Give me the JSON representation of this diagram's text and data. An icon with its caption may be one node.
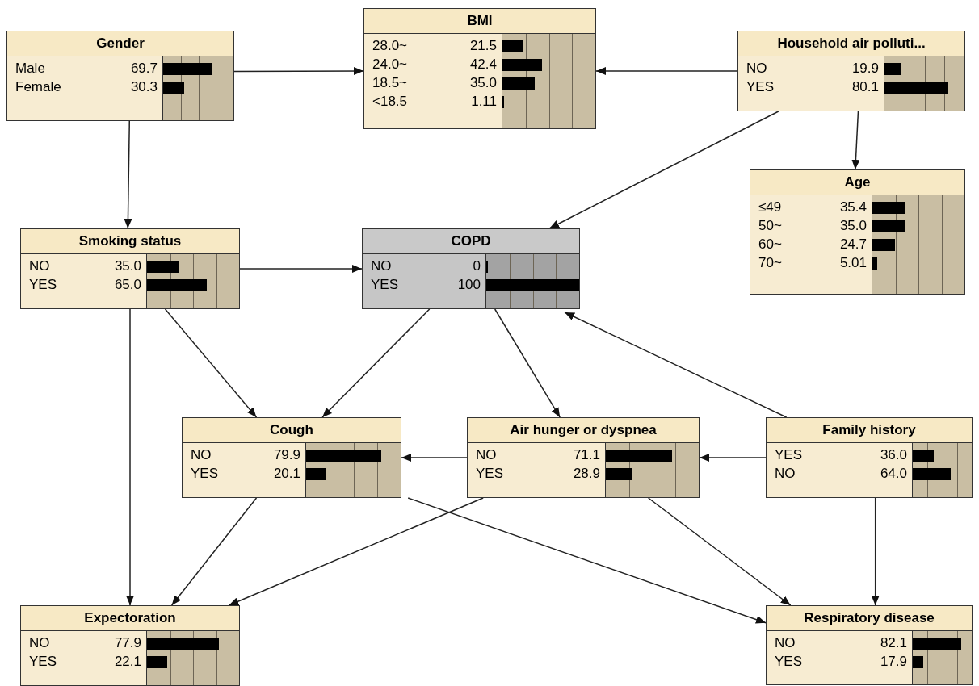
{
  "diagram": {
    "nodes": [
      {
        "text": [
          "Gender",
          "Male",
          "69.7",
          "Female",
          "30.3"
        ]
      },
      {
        "text": [
          "BMI",
          "28.0~",
          "21.5",
          "24.0~",
          "42.4",
          "18.5~",
          "35.0",
          "<18.5",
          "1.11"
        ]
      },
      {
        "text": [
          "Household air polluti...",
          "NO",
          "19.9",
          "YES",
          "80.1"
        ]
      },
      {
        "text": [
          "Age",
          "≤49",
          "35.4",
          "50~",
          "35.0",
          "60~",
          "24.7",
          "70~",
          "5.01"
        ]
      },
      {
        "text": [
          "Smoking status",
          "NO",
          "35.0",
          "YES",
          "65.0"
        ]
      },
      {
        "text": [
          "COPD",
          "NO",
          "0",
          "YES",
          "100"
        ]
      },
      {
        "text": [
          "Cough",
          "NO",
          "79.9",
          "YES",
          "20.1"
        ]
      },
      {
        "text": [
          "Air hunger or dyspnea",
          "NO",
          "71.1",
          "YES",
          "28.9"
        ]
      },
      {
        "text": [
          "Family history",
          "YES",
          "36.0",
          "NO",
          "64.0"
        ]
      },
      {
        "text": [
          "Expectoration",
          "NO",
          "77.9",
          "YES",
          "22.1"
        ]
      },
      {
        "text": [
          "Respiratory disease",
          "NO",
          "82.1",
          "YES",
          "17.9"
        ]
      }
    ],
    "edges": [
      {
        "from": 0,
        "to": 1,
        "arrow": "to"
      },
      {
        "from": 2,
        "to": 1,
        "arrow": "to"
      },
      {
        "from": 2,
        "to": 3,
        "arrow": "to"
      },
      {
        "from": 2,
        "to": 5,
        "arrow": "to"
      },
      {
        "from": 0,
        "to": 4,
        "arrow": "to"
      },
      {
        "from": 4,
        "to": 5,
        "arrow": "to"
      },
      {
        "from": 4,
        "to": 6,
        "arrow": "to"
      },
      {
        "from": 4,
        "to": 9,
        "arrow": "to"
      },
      {
        "from": 5,
        "to": 6,
        "arrow": "to"
      },
      {
        "from": 5,
        "to": 7,
        "arrow": "to"
      },
      {
        "from": 8,
        "to": 5,
        "arrow": "to"
      },
      {
        "from": 7,
        "to": 6,
        "arrow": "to"
      },
      {
        "from": 8,
        "to": 7,
        "arrow": "to"
      },
      {
        "from": 6,
        "to": 9,
        "arrow": "to"
      },
      {
        "from": 7,
        "to": 9,
        "arrow": "to"
      },
      {
        "from": 6,
        "to": 10,
        "arrow": "to"
      },
      {
        "from": 7,
        "to": 10,
        "arrow": "to"
      },
      {
        "from": 8,
        "to": 10,
        "arrow": "to"
      }
    ]
  }
}
